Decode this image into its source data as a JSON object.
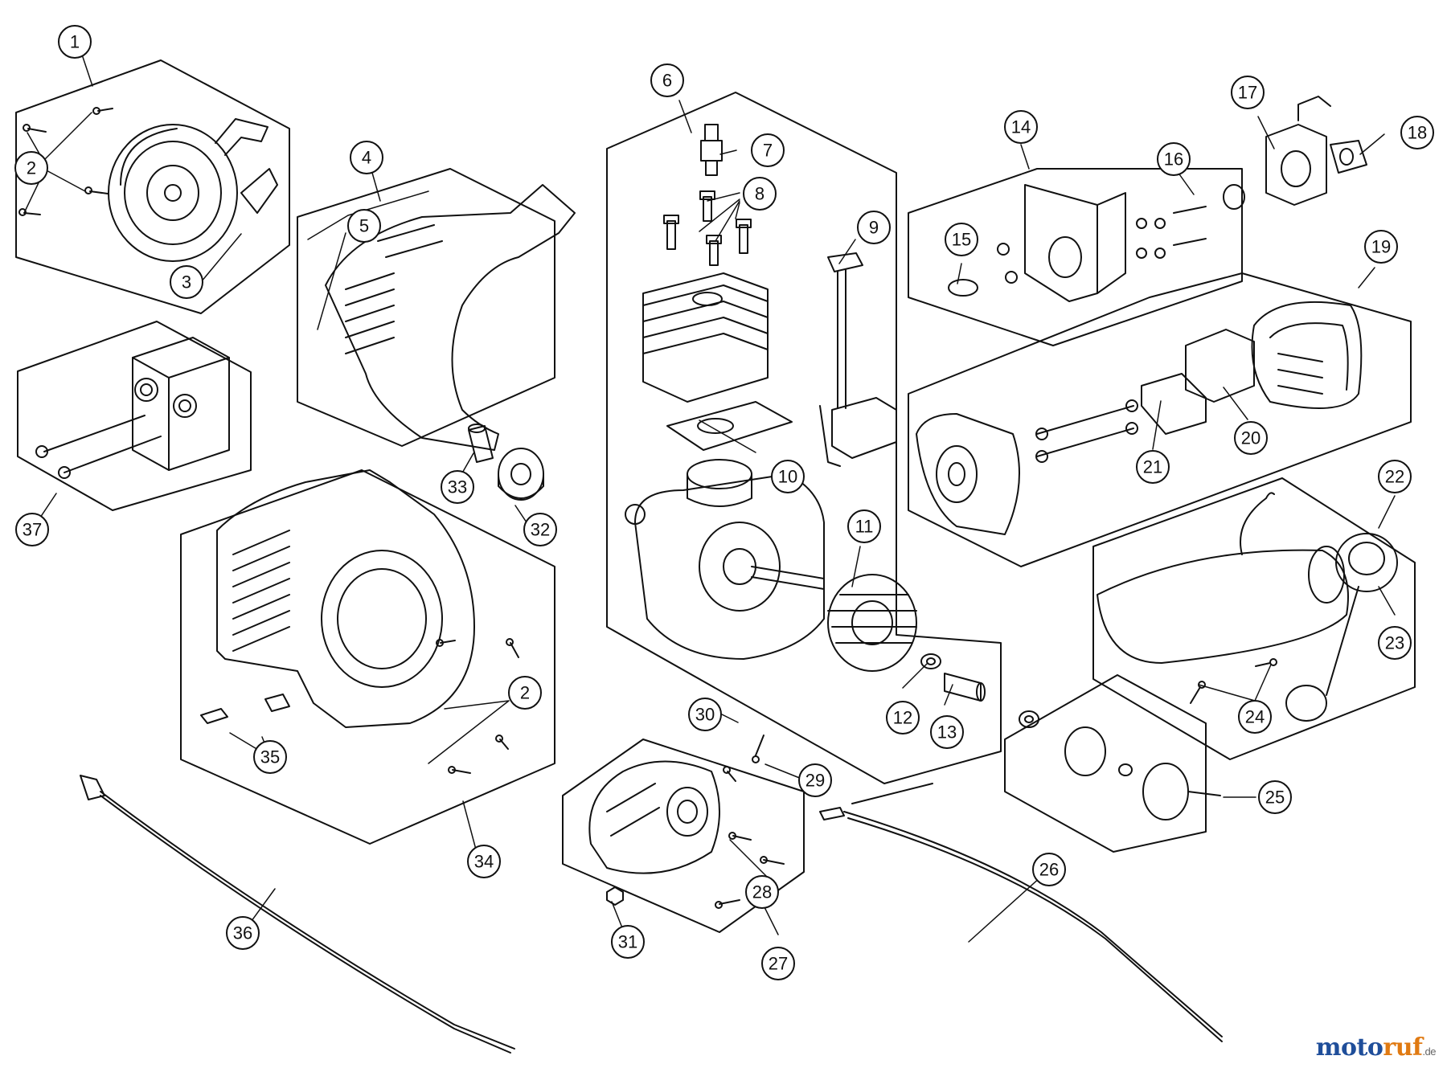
{
  "callouts": {
    "c1": "1",
    "c2a": "2",
    "c2b": "2",
    "c3": "3",
    "c4": "4",
    "c5": "5",
    "c6": "6",
    "c7": "7",
    "c8": "8",
    "c9": "9",
    "c10": "10",
    "c11": "11",
    "c12": "12",
    "c13": "13",
    "c14": "14",
    "c15": "15",
    "c16": "16",
    "c17": "17",
    "c18": "18",
    "c19": "19",
    "c20": "20",
    "c21": "21",
    "c22": "22",
    "c23": "23",
    "c24": "24",
    "c25": "25",
    "c26": "26",
    "c27": "27",
    "c28": "28",
    "c29": "29",
    "c30": "30",
    "c31": "31",
    "c32": "32",
    "c33": "33",
    "c34": "34",
    "c35": "35",
    "c36": "36",
    "c37": "37"
  },
  "watermark": {
    "prefix": "moto",
    "suffix": "ruf",
    "tld": ".de"
  },
  "colors": {
    "line": "#111111",
    "wm_blue": "#1f4e9a",
    "wm_orange": "#e07a12"
  }
}
